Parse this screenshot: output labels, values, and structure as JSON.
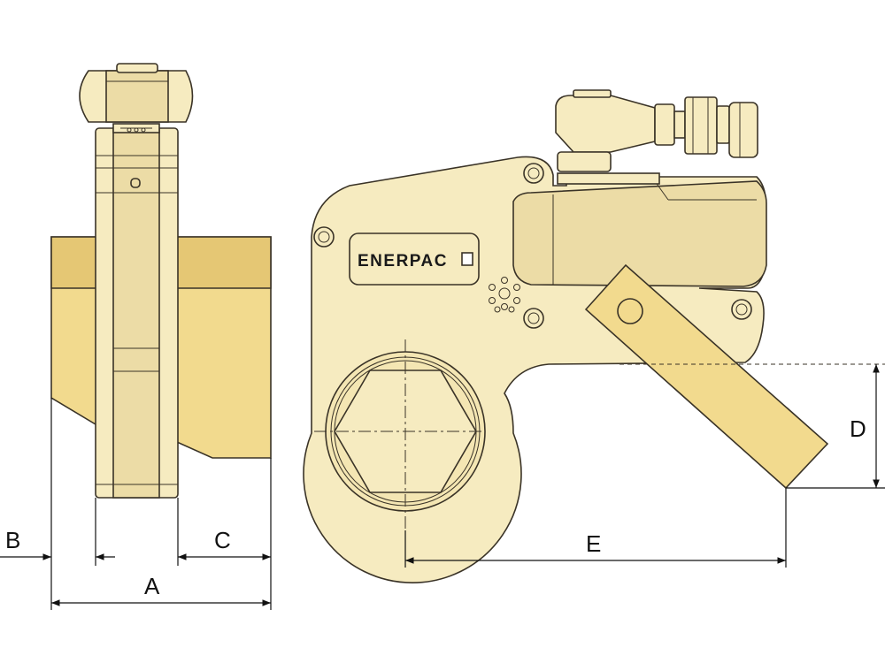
{
  "diagram": {
    "logo_text": "ENERPAC",
    "dimension_labels": {
      "a": "A",
      "b": "B",
      "c": "C",
      "d": "D",
      "e": "E"
    },
    "colors": {
      "tool_body": "#f6ebc0",
      "tool_shade": "#ecdca6",
      "workpiece": "#f2da8e",
      "workpiece_dark": "#e5c774",
      "reaction_arm": "#f2da8e",
      "outline": "#3a3327",
      "dimension": "#111111"
    },
    "icons": [
      "hydraulic-swivel-coupler-icon",
      "screw-head-icon",
      "vent-holes-icon",
      "logo-badge-icon"
    ]
  }
}
